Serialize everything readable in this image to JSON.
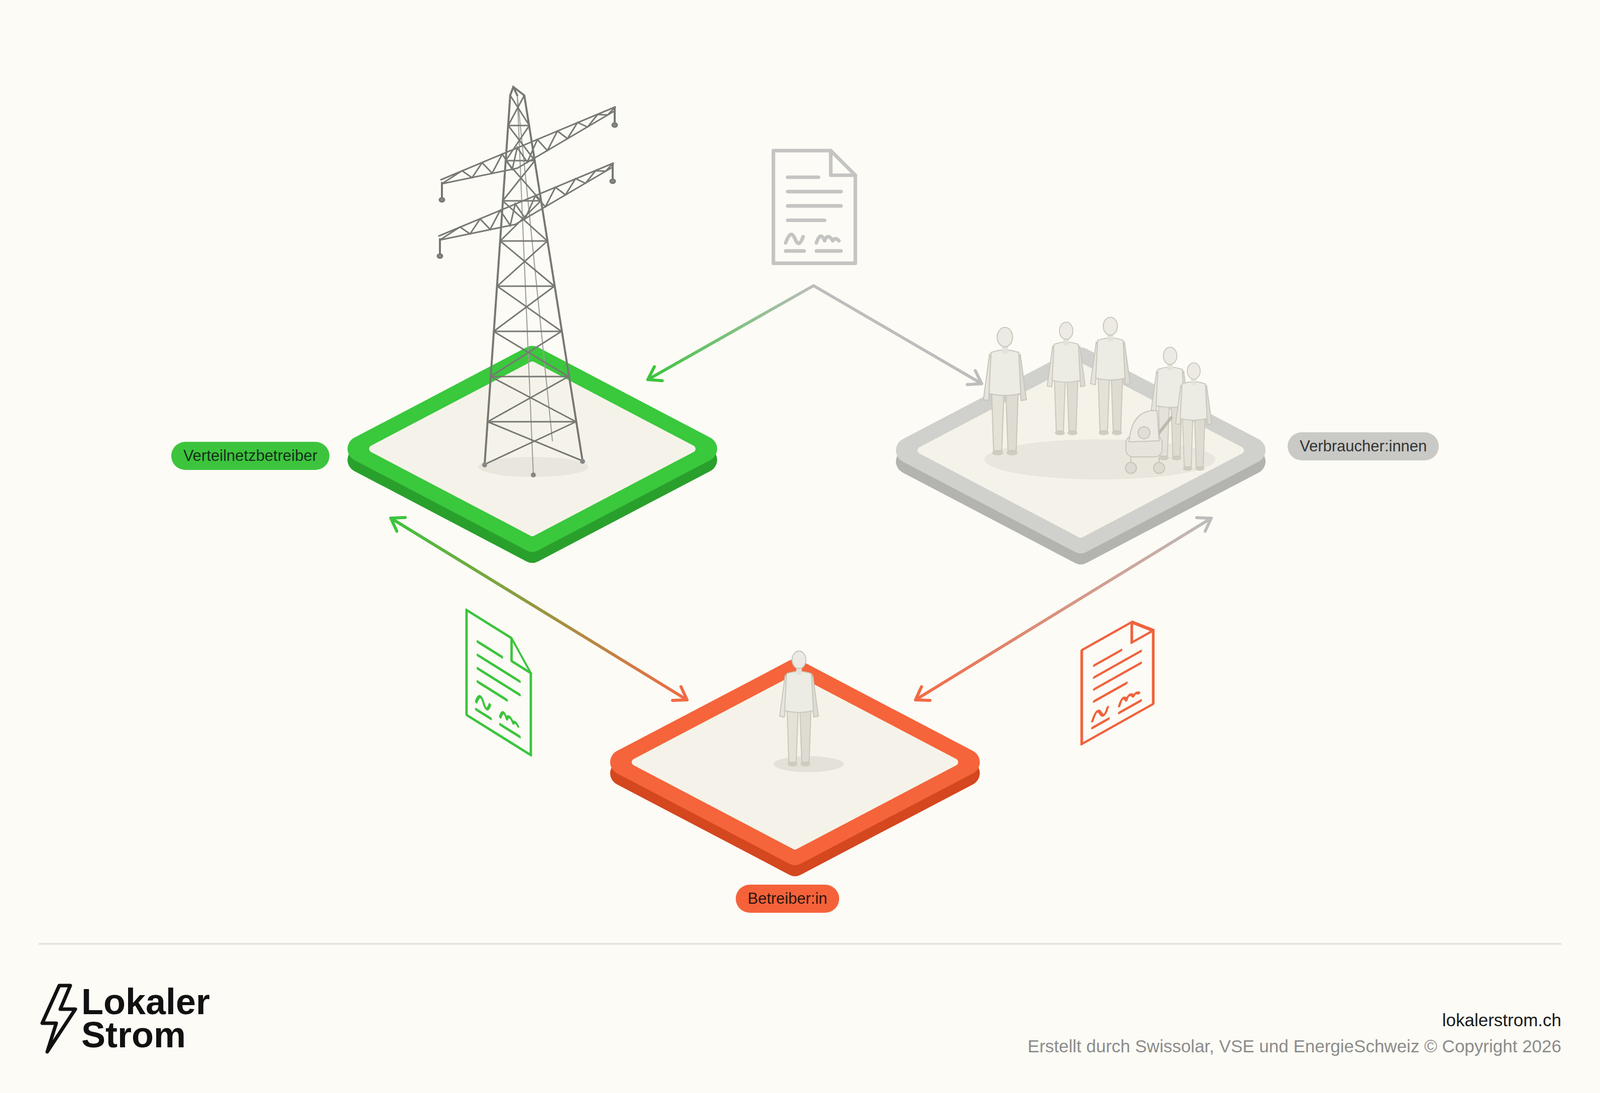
{
  "diagram": {
    "nodes": [
      {
        "text": [
          "Verteilnetzbetreiber"
        ]
      },
      {
        "text": [
          "Verbraucher:innen"
        ]
      },
      {
        "text": [
          "Betreiber:in"
        ]
      }
    ],
    "edges": [
      {
        "from": 0,
        "to": 1,
        "arrow": "both"
      },
      {
        "from": 0,
        "to": 2,
        "arrow": "both"
      },
      {
        "from": 2,
        "to": 1,
        "arrow": "both"
      }
    ],
    "labels": [
      "Lokaler Strom",
      "lokalerstrom.ch",
      "Erstellt durch Swissolar, VSE und EnergieSchweiz © Copyright 2026"
    ]
  }
}
